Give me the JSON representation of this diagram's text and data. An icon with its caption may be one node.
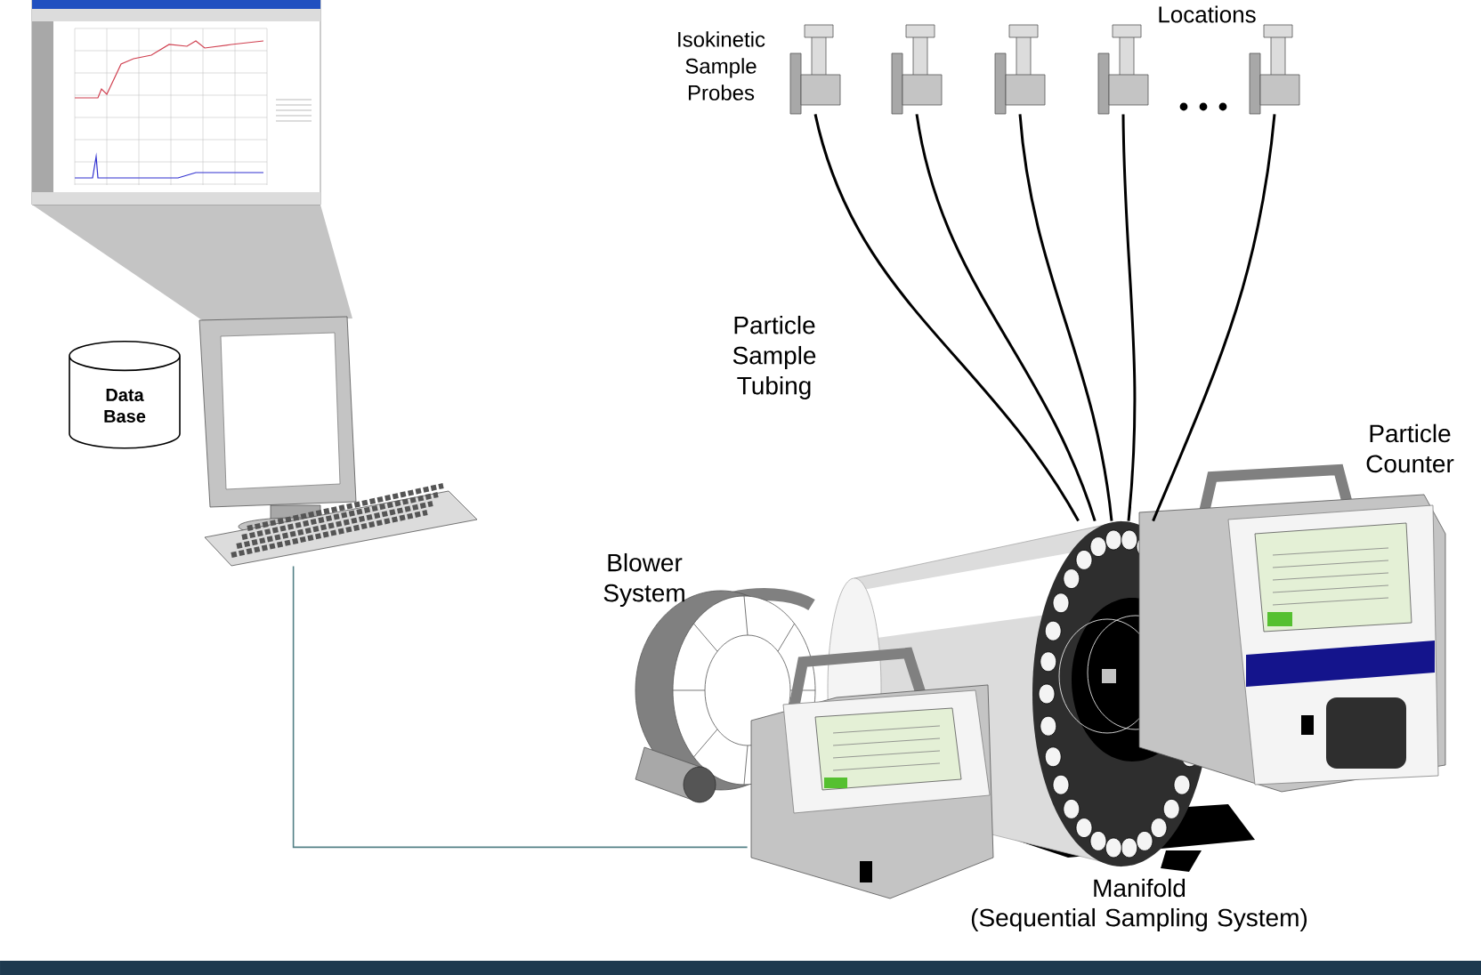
{
  "diagram": {
    "nodes": [
      {
        "text": [
          "Data Base"
        ]
      },
      {
        "text": [],
        "shape": "picture"
      },
      {
        "text": [],
        "shape": "picture"
      },
      {
        "text": [],
        "shape": "picture"
      },
      {
        "text": [],
        "shape": "picture"
      },
      {
        "text": [],
        "shape": "picture"
      },
      {
        "text": [],
        "shape": "picture"
      },
      {
        "text": [
          "Manifold",
          "(Sequential Sampling System)"
        ]
      },
      {
        "text": [
          "Blower System"
        ]
      },
      {
        "text": [
          "Particle Counter"
        ]
      },
      {
        "text": [],
        "shape": "picture"
      }
    ],
    "edges": [
      {
        "from": 2,
        "to": 7,
        "arrow": "none"
      },
      {
        "from": 3,
        "to": 7,
        "arrow": "none"
      },
      {
        "from": 4,
        "to": 7,
        "arrow": "none"
      },
      {
        "from": 5,
        "to": 7,
        "arrow": "none"
      },
      {
        "from": 6,
        "to": 7,
        "arrow": "none"
      },
      {
        "from": 1,
        "to": 10,
        "arrow": "none",
        "color": "#666666"
      }
    ],
    "labels": [
      "Locations",
      "Isokinetic Sample Probes",
      "Particle Sample Tubing"
    ]
  }
}
